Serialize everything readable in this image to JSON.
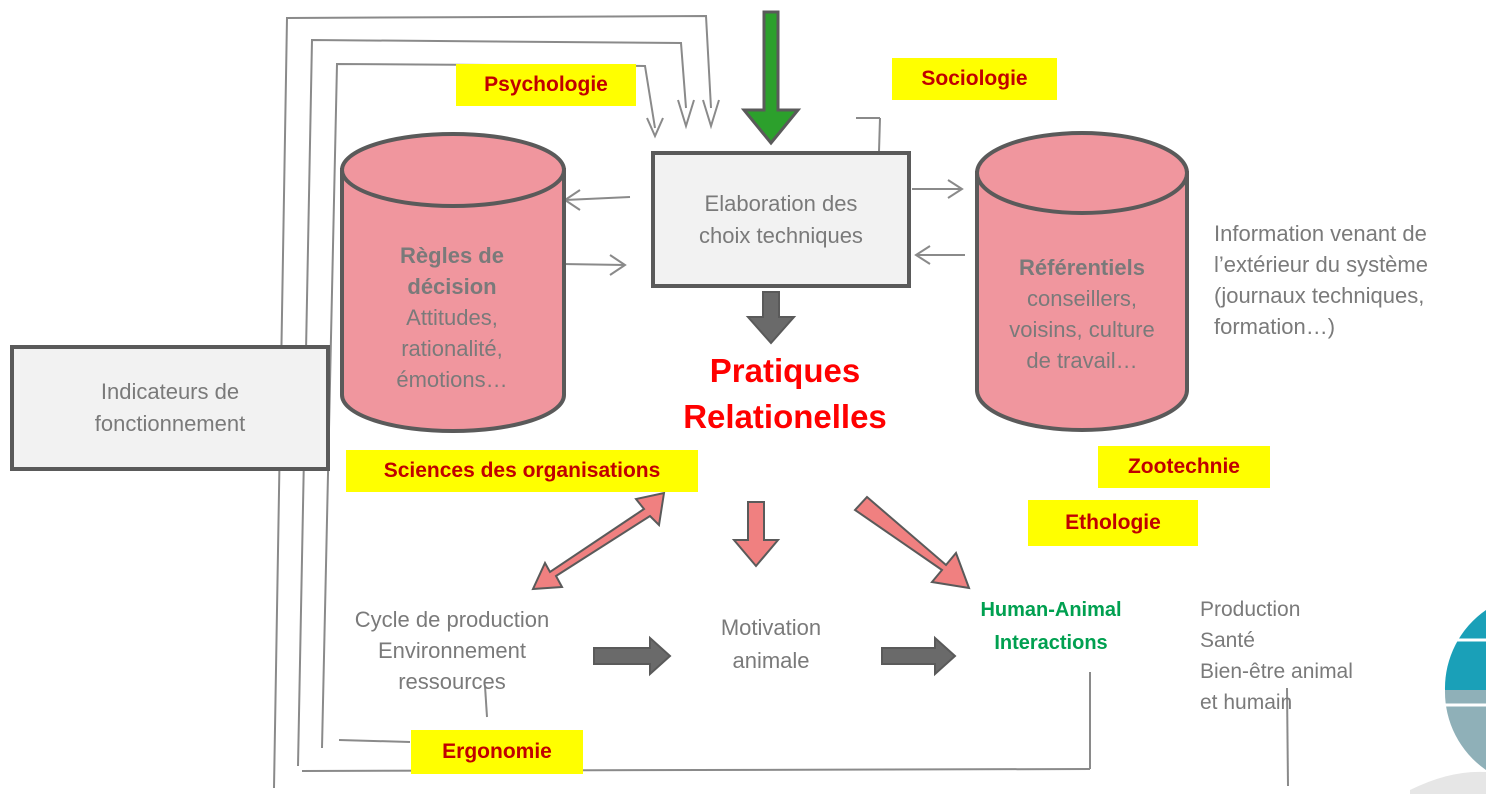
{
  "center_box": {
    "line1": "Elaboration des",
    "line2": "choix techniques"
  },
  "left_box": {
    "line1": "Indicateurs de",
    "line2": "fonctionnement"
  },
  "left_cylinder": {
    "title1": "Règles de",
    "title2": "décision",
    "l1": "Attitudes,",
    "l2": "rationalité,",
    "l3": "émotions…"
  },
  "right_cylinder": {
    "title1": "Référentiels",
    "l1": "conseillers,",
    "l2": "voisins, culture",
    "l3": "de travail…"
  },
  "info": {
    "l1": "Information venant de",
    "l2": "l’extérieur du système",
    "l3": "(journaux techniques,",
    "l4": "formation…)"
  },
  "practices": {
    "l1": "Pratiques",
    "l2": "Relationelles"
  },
  "disciplines": {
    "psychologie": "Psychologie",
    "sociologie": "Sociologie",
    "sciences_orgs": "Sciences des organisations",
    "zootechnie": "Zootechnie",
    "ethologie": "Ethologie",
    "ergonomie": "Ergonomie"
  },
  "cycle": {
    "l1": "Cycle de production",
    "l2": "Environnement",
    "l3": "ressources"
  },
  "motivation": {
    "l1": "Motivation",
    "l2": "animale"
  },
  "hai": {
    "l1": "Human-Animal",
    "l2": "Interactions"
  },
  "outcomes": {
    "l1": "Production",
    "l2": "Santé",
    "l3": "Bien-être animal",
    "l4": "et humain"
  },
  "colors": {
    "cylinder_fill": "#f0969e",
    "outline": "#5a5a5a",
    "highlight": "#ffff00",
    "discipline_text": "#c00000",
    "practices_text": "#ff0000",
    "hai_text": "#00a050",
    "green_arrow": "#2ca02c",
    "pink_arrow": "#f08080"
  }
}
